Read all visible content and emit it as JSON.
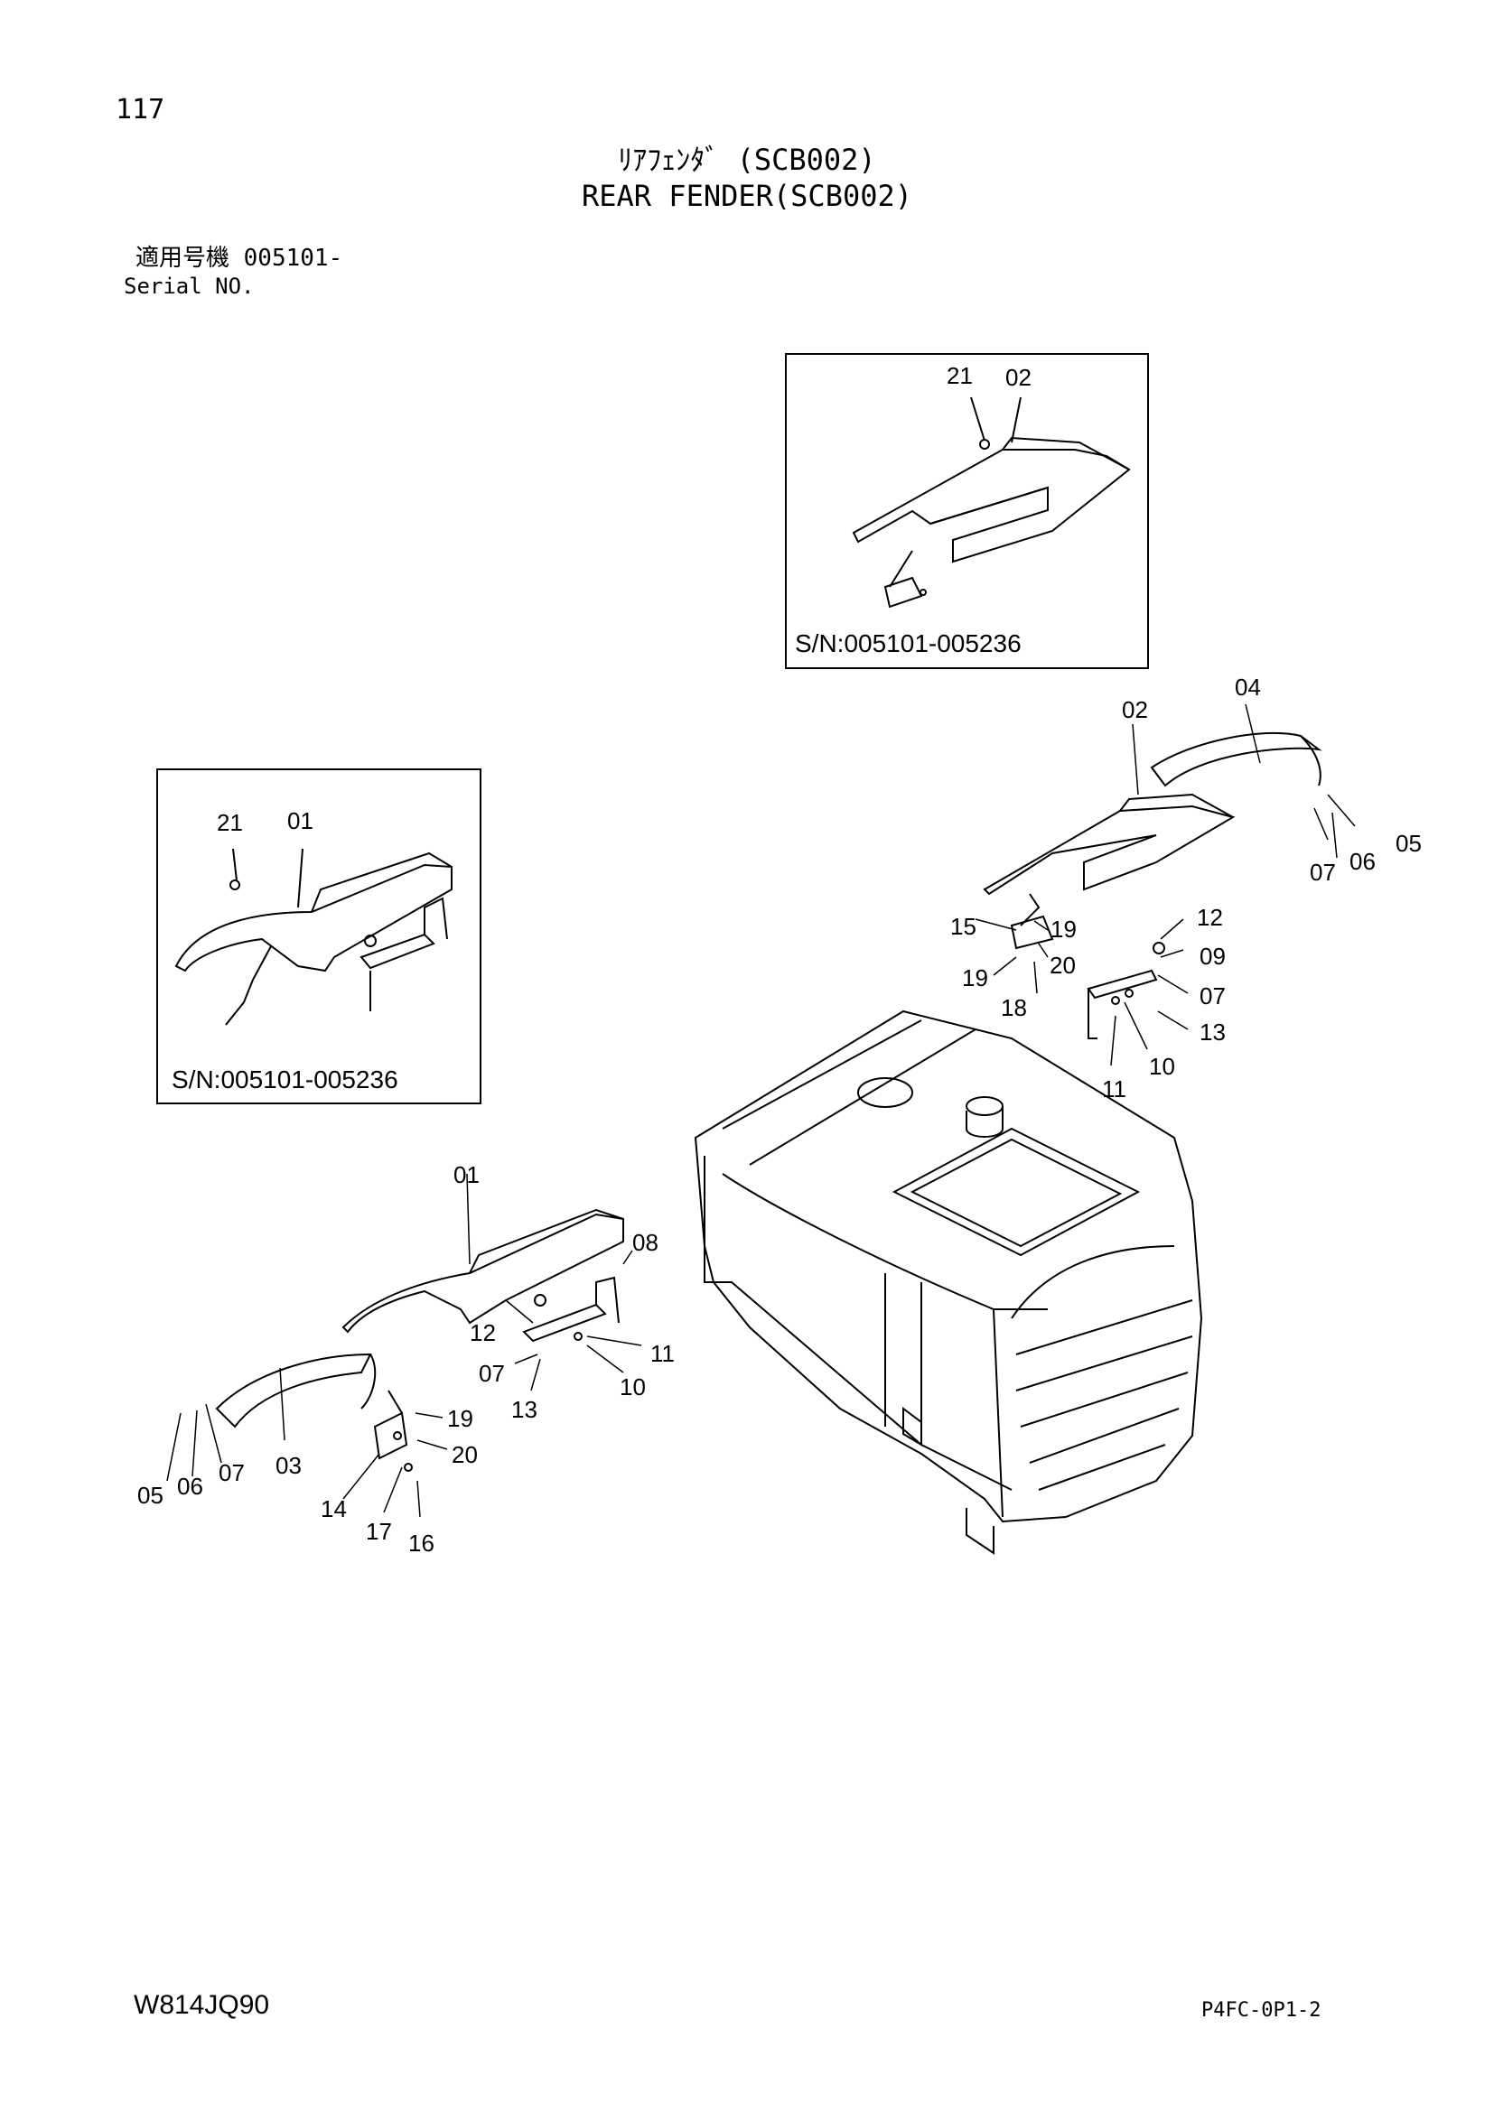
{
  "page_number": "117",
  "title_jp": "ﾘｱﾌｪﾝﾀﾞ (SCB002)",
  "title_en": "REAR FENDER(SCB002)",
  "serial_label": "適用号機 005101-",
  "serial_sub": "Serial NO.",
  "insets": [
    {
      "sn": "S/N:005101-005236",
      "labels": [
        "21",
        "02"
      ]
    },
    {
      "sn": "S/N:005101-005236",
      "labels": [
        "21",
        "01"
      ]
    }
  ],
  "callouts_right": [
    "04",
    "02",
    "05",
    "06",
    "07",
    "15",
    "19",
    "20",
    "19",
    "18",
    "12",
    "09",
    "07",
    "13",
    "10",
    "11"
  ],
  "callouts_left": [
    "01",
    "08",
    "12",
    "11",
    "07",
    "10",
    "13",
    "19",
    "20",
    "05",
    "06",
    "07",
    "03",
    "14",
    "17",
    "16"
  ],
  "footer_left": "W814JQ90",
  "footer_right": "P4FC-0P1-2"
}
